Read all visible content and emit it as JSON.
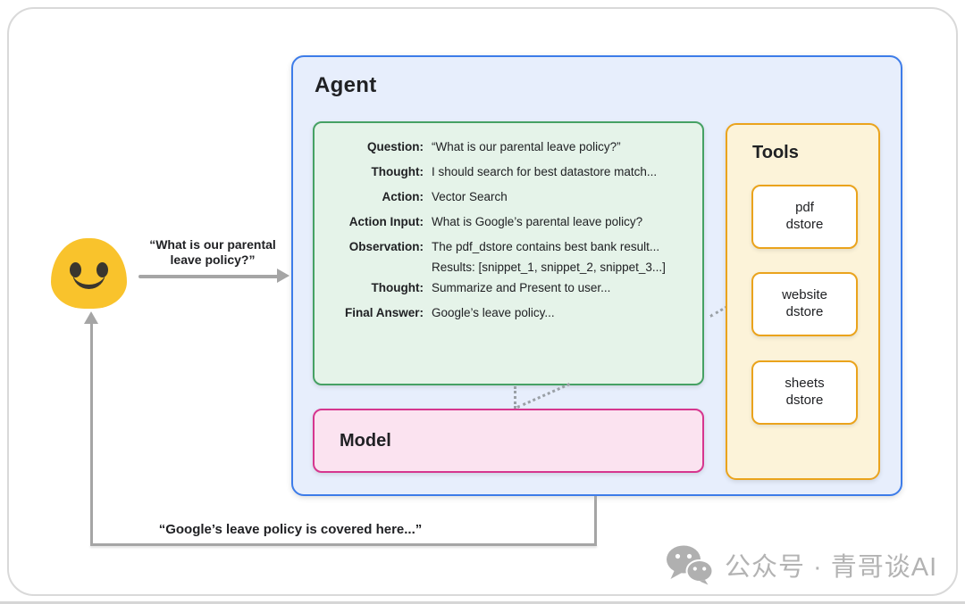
{
  "user": {
    "query": {
      "line1": "“What is our parental",
      "line2": "leave policy?”"
    },
    "response": "“Google’s leave policy is covered here...”"
  },
  "agent": {
    "title": "Agent",
    "scratchpad": {
      "rows": [
        {
          "label": "Question:",
          "value": "“What is our parental leave policy?”"
        },
        {
          "label": "Thought:",
          "value": "I should search for best datastore match..."
        },
        {
          "label": "Action:",
          "value": "Vector Search"
        },
        {
          "label": "Action Input:",
          "value": "What is Google’s parental leave policy?"
        },
        {
          "label": "Observation:",
          "value": "The pdf_dstore contains best bank result...",
          "value2": "Results: [snippet_1, snippet_2, snippet_3...]"
        },
        {
          "label": "Thought:",
          "value": "Summarize and Present to user..."
        },
        {
          "label": "Final Answer:",
          "value": "Google’s leave policy..."
        }
      ]
    },
    "model": {
      "title": "Model"
    },
    "tools": {
      "title": "Tools",
      "items": [
        {
          "line1": "pdf",
          "line2": "dstore"
        },
        {
          "line1": "website",
          "line2": "dstore"
        },
        {
          "line1": "sheets",
          "line2": "dstore"
        }
      ]
    }
  },
  "watermark": {
    "icon": "wechat-icon",
    "text": "公众号 · 青哥谈AI"
  },
  "colors": {
    "agent_border": "#3d7ce9",
    "agent_fill": "#e7eefc",
    "scratchpad_border": "#46a164",
    "scratchpad_fill": "#e5f3e9",
    "model_border": "#d6368f",
    "model_fill": "#fbe3f0",
    "tools_border": "#eaa31c",
    "tools_fill": "#fcf3d9",
    "arrow_gray": "#a5a5a5",
    "dot_gray": "#9aa0a6",
    "emoji_yellow": "#f9c32c",
    "watermark_gray": "#b3b3b3"
  }
}
